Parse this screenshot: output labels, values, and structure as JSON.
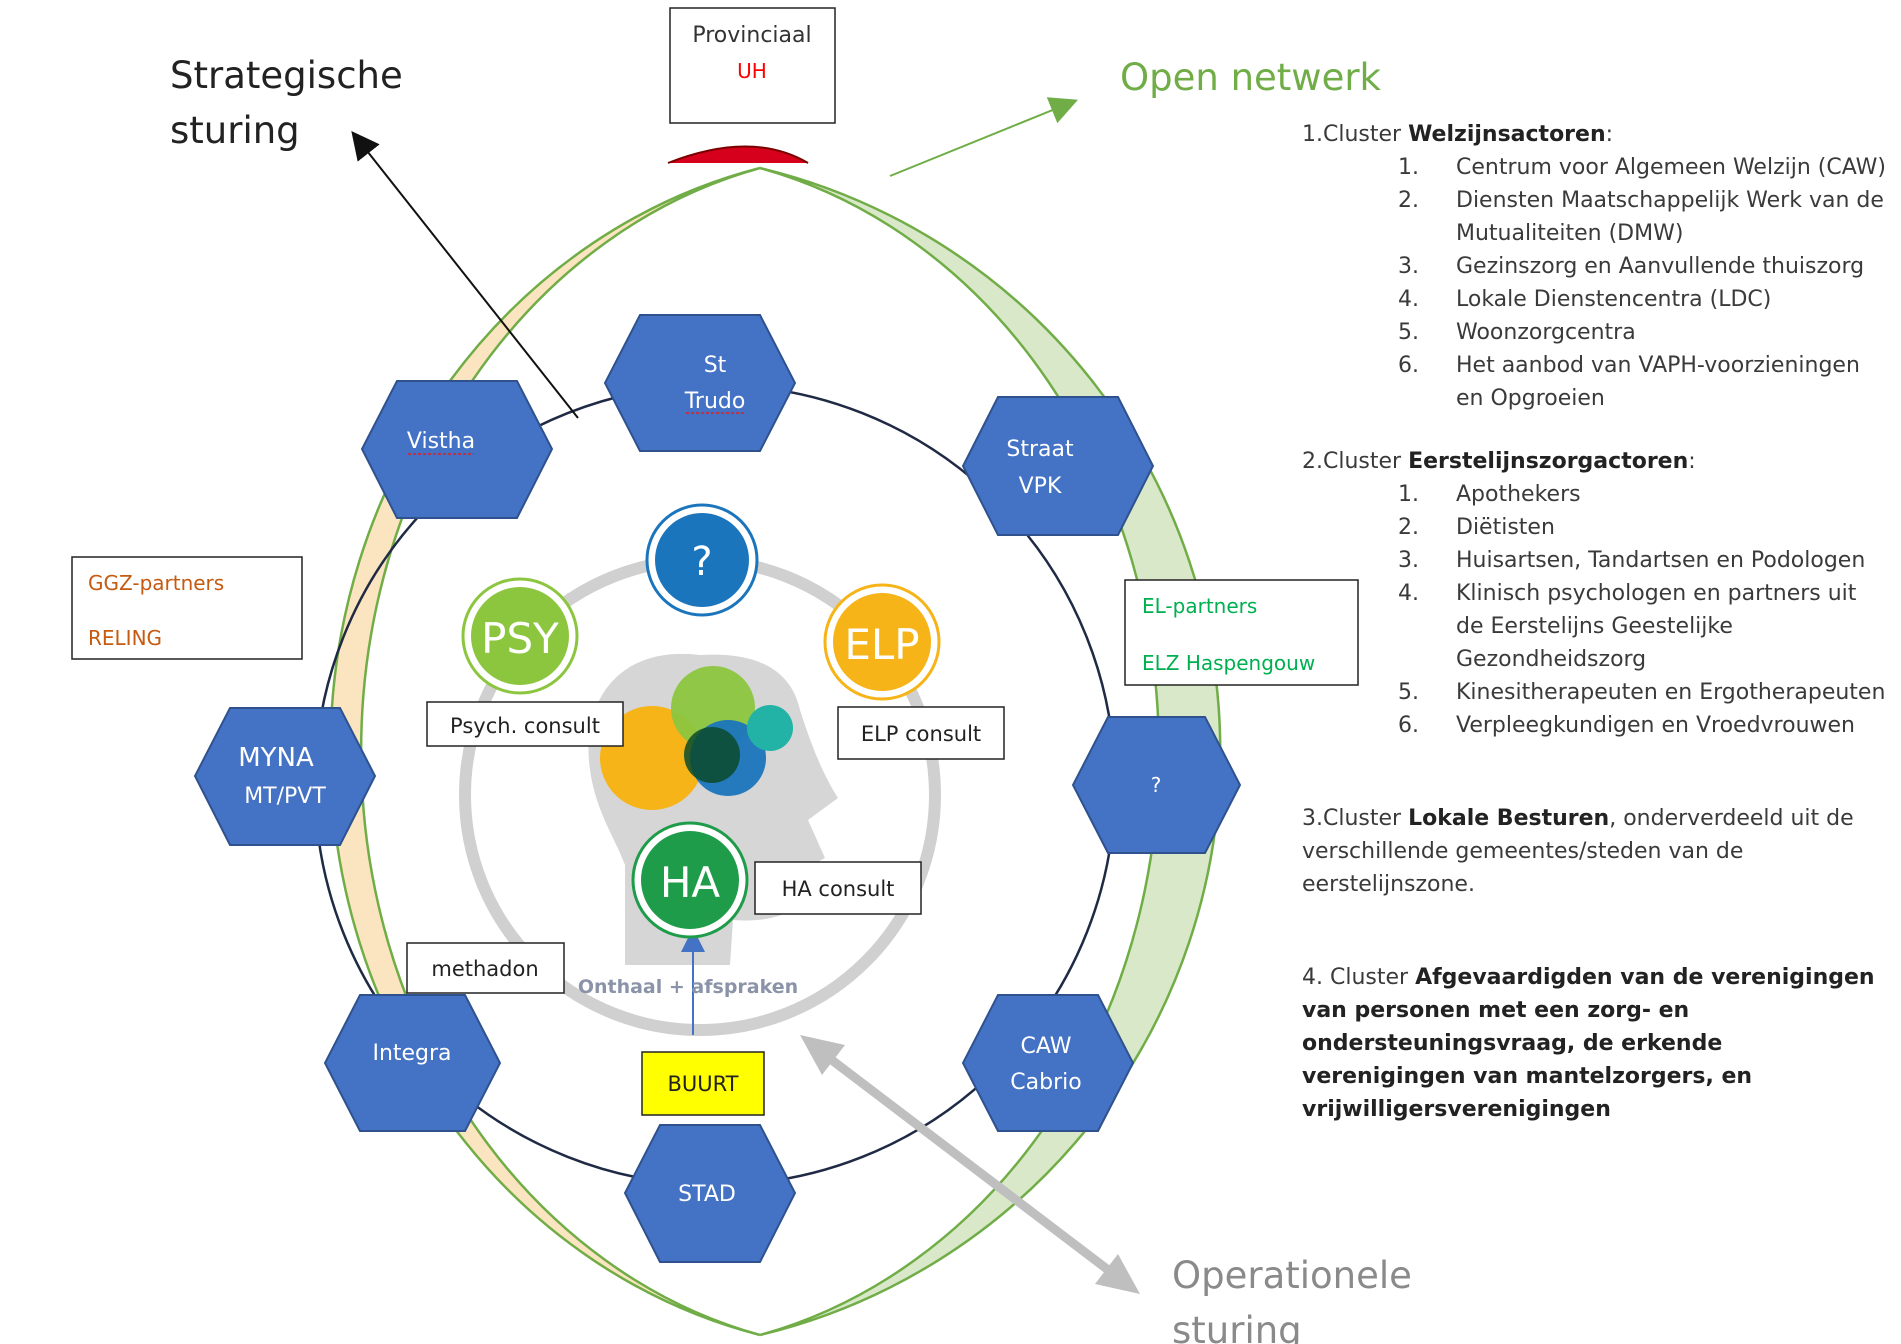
{
  "titles": {
    "strategic_line1": "Strategische",
    "strategic_line2": "sturing",
    "open_network": "Open netwerk",
    "operational_line1": "Operationele",
    "operational_line2": "sturing"
  },
  "provincial_box": {
    "line1": "Provinciaal",
    "line2": "UH"
  },
  "hexagons": {
    "st_trudo": {
      "line1": "St",
      "line2": "Trudo"
    },
    "vistha": {
      "line1": "Vistha"
    },
    "straat_vpk": {
      "line1": "Straat",
      "line2": "VPK"
    },
    "myna": {
      "line1": "MYNA",
      "line2": "MT/PVT"
    },
    "right_unknown": {
      "line1": "?"
    },
    "integra": {
      "line1": "Integra"
    },
    "caw_cabrio": {
      "line1": "CAW",
      "line2": "Cabrio"
    },
    "stad": {
      "line1": "STAD"
    }
  },
  "circles": {
    "question": "?",
    "psy": "PSY",
    "elp": "ELP",
    "ha": "HA"
  },
  "boxes": {
    "ggz_partners": {
      "line1": "GGZ-partners",
      "line2": "RELING"
    },
    "el_partners": {
      "line1": "EL-partners",
      "line2": "ELZ Haspengouw"
    },
    "psych_consult": "Psych. consult",
    "elp_consult": "ELP consult",
    "ha_consult": "HA consult",
    "methadon": "methadon",
    "buurt": "BUURT"
  },
  "onthaal_label": "Onthaal + afspraken",
  "clusters": {
    "c1": {
      "prefix": "1.Cluster ",
      "bold": "Welzijnsactoren",
      "suffix": ":",
      "items": [
        {
          "num": "1.",
          "text": "Centrum voor Algemeen Welzijn (CAW)"
        },
        {
          "num": "2.",
          "text": "Diensten Maatschappelijk Werk van de Mutualiteiten (DMW)"
        },
        {
          "num": "3.",
          "text": "Gezinszorg en Aanvullende thuiszorg"
        },
        {
          "num": "4.",
          "text": "Lokale Dienstencentra (LDC)"
        },
        {
          "num": "5.",
          "text": "Woonzorgcentra"
        },
        {
          "num": "6.",
          "text": "Het aanbod van VAPH-voorzieningen en Opgroeien"
        }
      ]
    },
    "c2": {
      "prefix": "2.Cluster ",
      "bold": "Eerstelijnszorgactoren",
      "suffix": ":",
      "items": [
        {
          "num": "1.",
          "text": "Apothekers"
        },
        {
          "num": "2.",
          "text": "Diëtisten"
        },
        {
          "num": "3.",
          "text": "Huisartsen, Tandartsen en Podologen"
        },
        {
          "num": "4.",
          "text": "Klinisch psychologen en partners uit de Eerstelijns Geestelijke Gezondheidszorg"
        },
        {
          "num": "5.",
          "text": "Kinesitherapeuten en Ergotherapeuten"
        },
        {
          "num": "6.",
          "text": "Verpleegkundigen en Vroedvrouwen"
        }
      ]
    },
    "c3": {
      "prefix": "3.Cluster ",
      "bold": "Lokale Besturen",
      "suffix": ", onderverdeeld uit de verschillende gemeentes/steden van de eerstelijnszone."
    },
    "c4": {
      "prefix": "4. Cluster ",
      "text": "Afgevaardigden van de verenigingen van personen met een zorg- en ondersteuningsvraag, de erkende verenigingen van mantelzorgers, en vrijwilligersverenigingen"
    }
  },
  "colors": {
    "hexagon": "#4472c4",
    "hexagon_border": "#2f528f",
    "strategic_fill": "#fbe5c0",
    "open_fill": "#d9e8c8",
    "green_outline": "#70ad47",
    "ggz_text": "#c55a11",
    "el_text": "#00b050",
    "uh_text": "#ff0000",
    "buurt_fill": "#ffff00",
    "psy": "#8cc63f",
    "elp": "#f6b418",
    "ha": "#1f9c4a",
    "question": "#1b75bc"
  }
}
